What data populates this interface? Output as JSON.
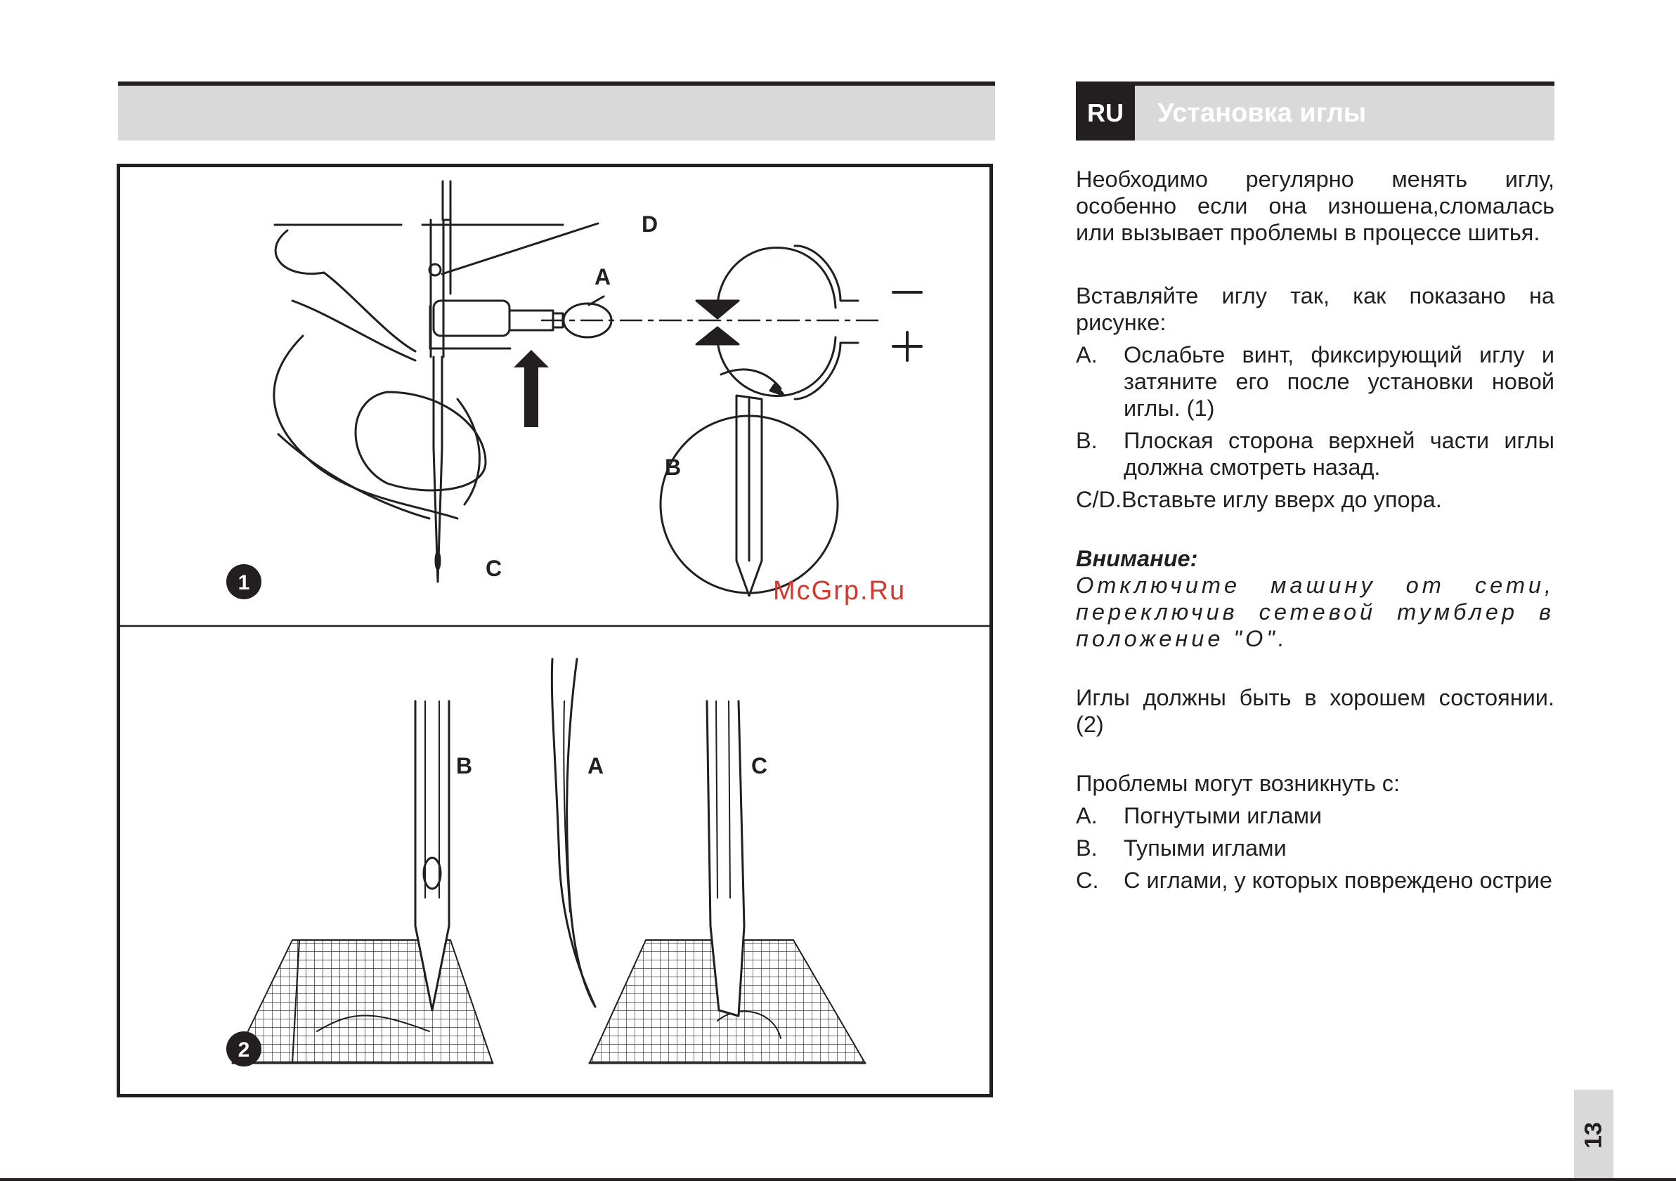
{
  "header": {
    "lang_code": "RU",
    "title": "Установка иглы"
  },
  "figure": {
    "fig1": {
      "badge": "1",
      "labels": {
        "d": "D",
        "a": "A",
        "b": "B",
        "c": "C",
        "minus": "–",
        "plus": "+"
      }
    },
    "fig2": {
      "badge": "2",
      "labels": {
        "b": "B",
        "a": "A",
        "c": "C"
      }
    }
  },
  "text": {
    "intro": "Необходимо регулярно менять иглу, особенно если она изношена,сломалась или вызывает проблемы в процессе шитья.",
    "insert_lead": "Вставляйте иглу так, как показано на рисунке:",
    "steps": [
      {
        "marker": "A.",
        "text": "Ослабьте винт, фиксирующий иглу и затяните его после установки новой иглы. (1)"
      },
      {
        "marker": "B.",
        "text": "Плоская сторона верхней части иглы должна смотреть назад."
      },
      {
        "marker": "C/D.",
        "text": "Вставьте иглу вверх до упора."
      }
    ],
    "warning_title": "Внимание:",
    "warning_text": "Отключите машину от сети, переключив сетевой тумблер в положение \"О\".",
    "condition": "Иглы должны быть в хорошем состоянии. (2)",
    "problems_lead": "Проблемы могут возникнуть с:",
    "problems": [
      {
        "marker": "A.",
        "text": "Погнутыми иглами"
      },
      {
        "marker": "B.",
        "text": "Тупыми иглами"
      },
      {
        "marker": "C.",
        "text": "С иглами, у которых повреждено острие"
      }
    ]
  },
  "watermark": "McGrp.Ru",
  "page_number": "13",
  "colors": {
    "ink": "#231f20",
    "band": "#d9d9d9",
    "watermark": "#d9362b"
  }
}
